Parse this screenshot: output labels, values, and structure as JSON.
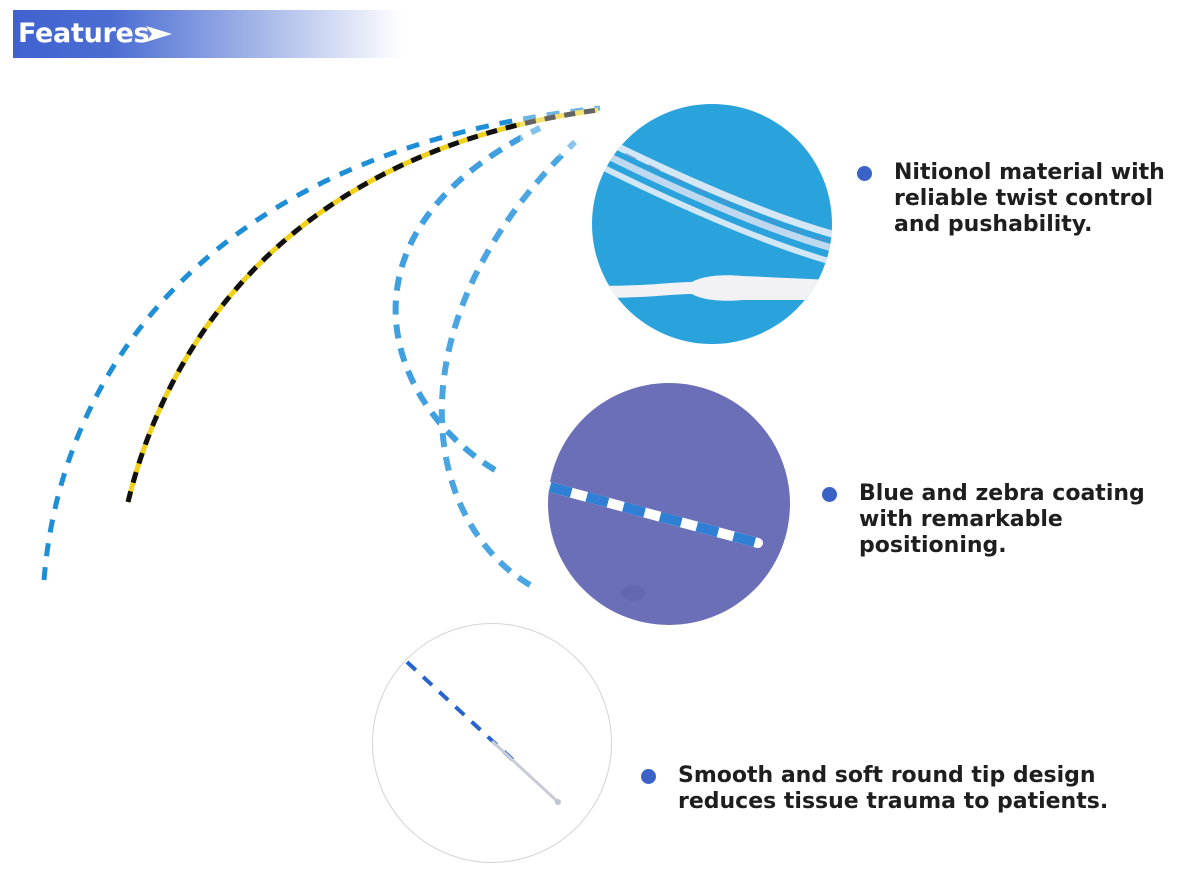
{
  "header": {
    "title": "Features",
    "arrow_icon": "right-arrow-icon"
  },
  "colors": {
    "accent": "#3b62c6",
    "banner_start": "#3f62cf",
    "wire_blue": "#1e8fd6",
    "wire_yellow": "#f0d21c",
    "wire_black": "#111111",
    "circle1_bg": "#2aa2dc",
    "circle2_bg": "#6b6fb8",
    "text": "#1e1e1e"
  },
  "features": [
    {
      "text": "Nitionol material with\nreliable twist control\nand pushability."
    },
    {
      "text": "Blue and zebra coating\nwith remarkable\npositioning."
    },
    {
      "text": "Smooth and soft round tip design\nreduces tissue trauma to patients."
    }
  ]
}
